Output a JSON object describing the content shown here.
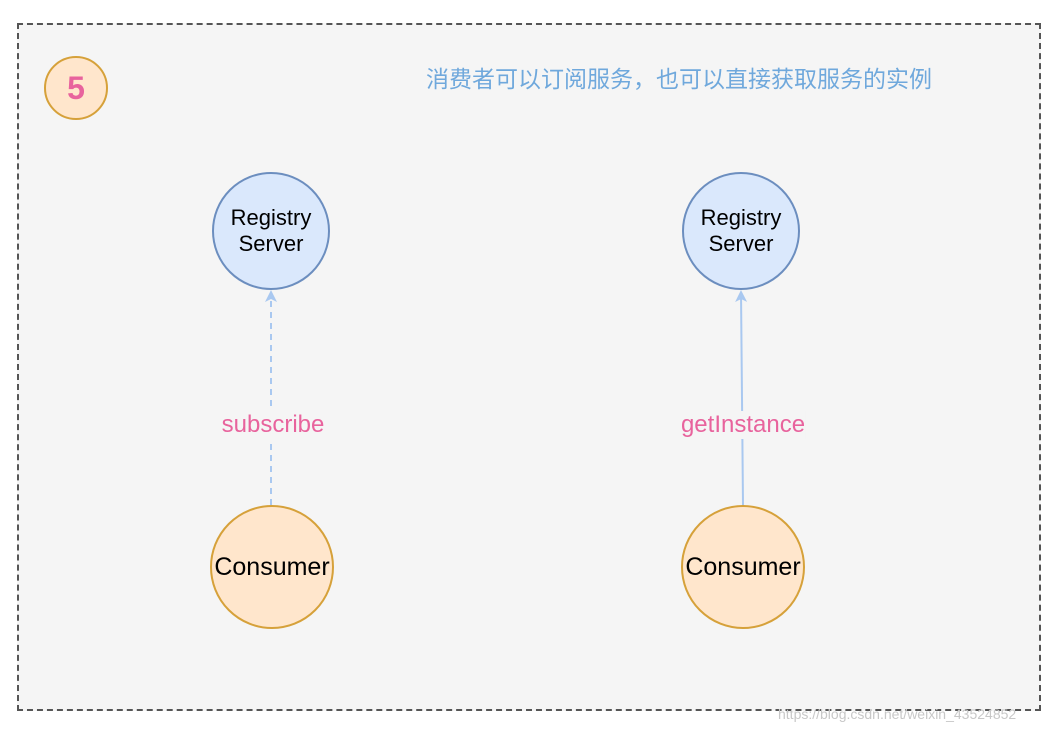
{
  "step_badge": "5",
  "caption": "消费者可以订阅服务，也可以直接获取服务的实例",
  "colors": {
    "frame_fill": "#f5f5f5",
    "frame_border": "#555555",
    "registry_fill": "#dae8fc",
    "registry_border": "#6c8ebf",
    "consumer_fill": "#ffe6cc",
    "consumer_border": "#d6a13a",
    "edge": "#a9c8f0",
    "edge_label": "#e8639d",
    "caption": "#6fa8dc"
  },
  "left_flow": {
    "registry_label": "Registry\nServer",
    "consumer_label": "Consumer",
    "edge_label": "subscribe",
    "edge_style": "dashed"
  },
  "right_flow": {
    "registry_label": "Registry\nServer",
    "consumer_label": "Consumer",
    "edge_label": "getInstance",
    "edge_style": "solid"
  },
  "watermark": "https://blog.csdn.net/weixin_43524852"
}
